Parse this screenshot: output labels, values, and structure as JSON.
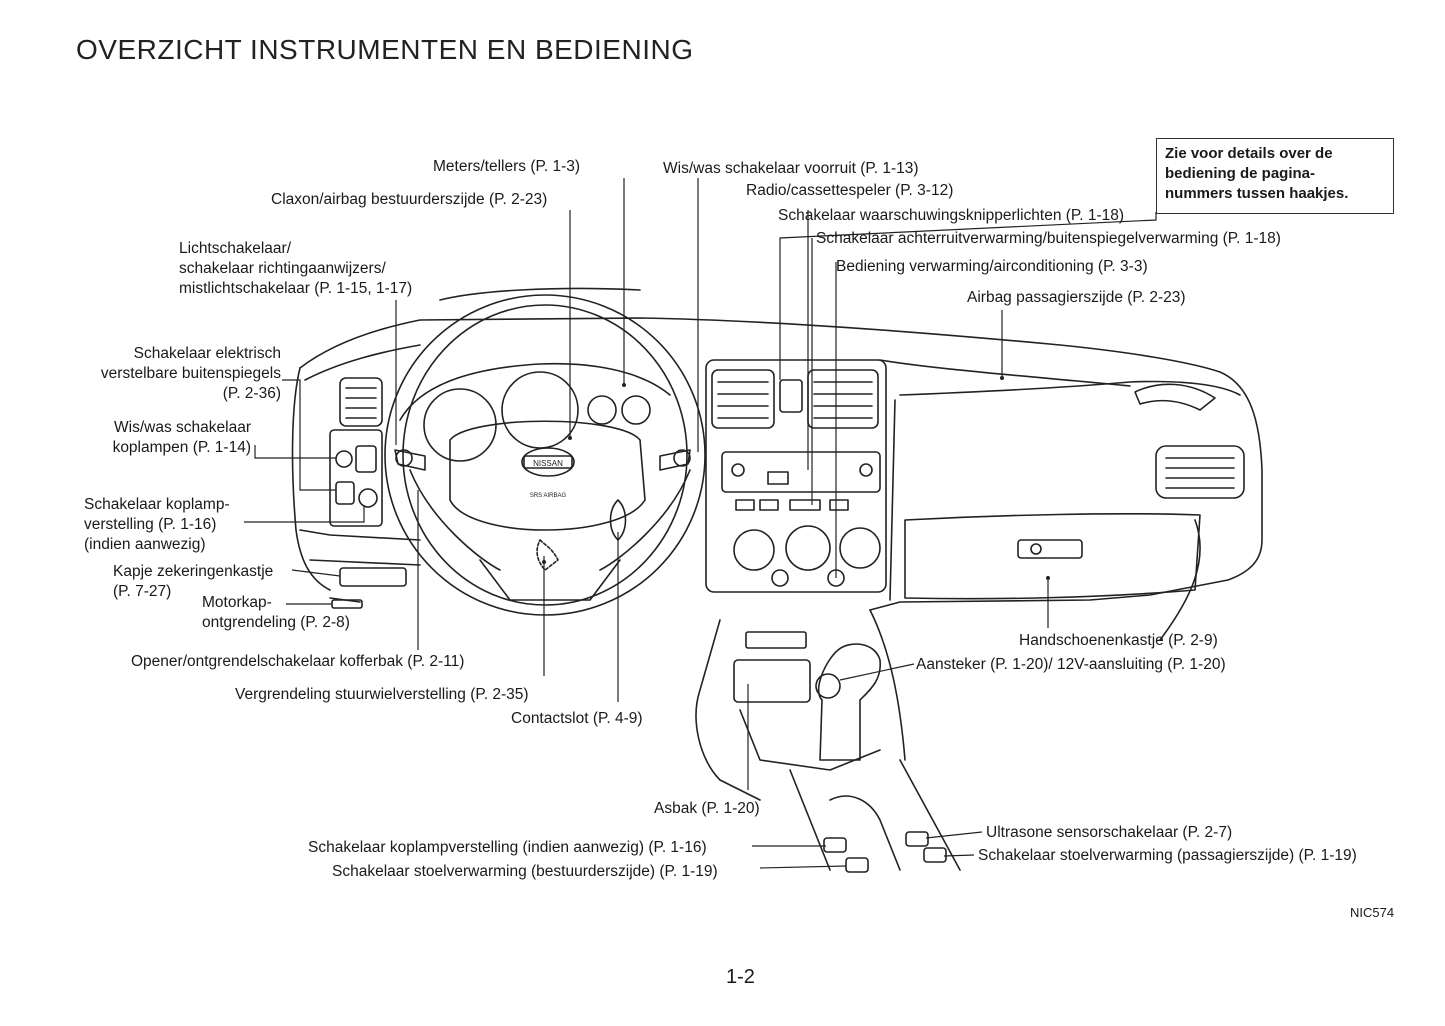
{
  "title": "OVERZICHT INSTRUMENTEN EN BEDIENING",
  "note": "Zie voor details over de bediening de pagina-nummers tussen haakjes.",
  "note_lines": [
    "Zie voor details over de",
    "bediening de pagina-",
    "nummers tussen haakjes."
  ],
  "labels": {
    "meters": "Meters/tellers (P. 1-3)",
    "claxon": "Claxon/airbag bestuurderszijde (P. 2-23)",
    "licht_1": "Lichtschakelaar/",
    "licht_2": "schakelaar richtingaanwijzers/",
    "licht_3": "mistlichtschakelaar (P. 1-15, 1-17)",
    "spiegels_1": "Schakelaar elektrisch",
    "spiegels_2": "verstelbare buitenspiegels",
    "spiegels_3": "(P. 2-36)",
    "koplampen_1": "Wis/was schakelaar",
    "koplampen_2": "koplampen (P. 1-14)",
    "koplampverst_1": "Schakelaar koplamp-",
    "koplampverst_2": "verstelling (P. 1-16)",
    "koplampverst_3": "(indien aanwezig)",
    "zekering_1": "Kapje zekeringenkastje",
    "zekering_2": "(P. 7-27)",
    "motorkap_1": "Motorkap-",
    "motorkap_2": "ontgrendeling (P. 2-8)",
    "kofferbak": "Opener/ontgrendelschakelaar kofferbak (P. 2-11)",
    "stuurwiel": "Vergrendeling stuurwielverstelling (P. 2-35)",
    "contactslot": "Contactslot (P. 4-9)",
    "wiswas_voorruit": "Wis/was schakelaar voorruit (P. 1-13)",
    "radio": "Radio/cassettespeler (P. 3-12)",
    "waarschuwing": "Schakelaar waarschuwingsknipperlichten (P. 1-18)",
    "achterruit": "Schakelaar achterruitverwarming/buitenspiegelverwarming (P. 1-18)",
    "verwarming": "Bediening verwarming/airconditioning (P. 3-3)",
    "airbag_passagier": "Airbag passagierszijde (P. 2-23)",
    "handschoenen": "Handschoenenkastje (P. 2-9)",
    "aansteker": "Aansteker (P. 1-20)/ 12V-aansluiting (P. 1-20)",
    "asbak": "Asbak (P. 1-20)",
    "koplampverst_console": "Schakelaar koplampverstelling (indien aanwezig) (P. 1-16)",
    "stoel_bestuurder": "Schakelaar stoelverwarming (bestuurderszijde) (P. 1-19)",
    "ultrasone": "Ultrasone sensorschakelaar (P. 2-7)",
    "stoel_passagier": "Schakelaar stoelverwarming (passagierszijde) (P. 1-19)"
  },
  "page_number": "1-2",
  "figure_code": "NIC574",
  "steering_badge": "NISSAN",
  "airbag_text": "SRS AIRBAG"
}
